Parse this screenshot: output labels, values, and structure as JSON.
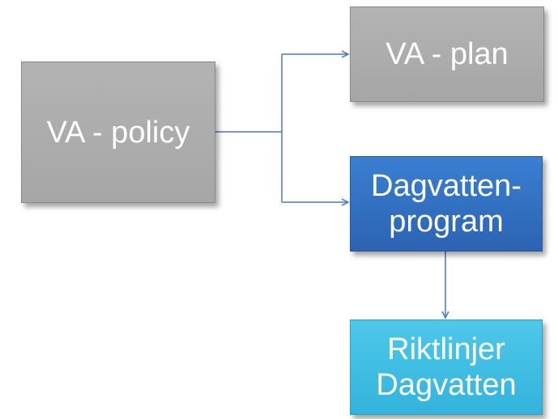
{
  "nodes": {
    "policy": {
      "label": "VA - policy"
    },
    "plan": {
      "label": "VA - plan"
    },
    "dagvattenprogram": {
      "label": "Dagvatten-\nprogram"
    },
    "riktlinjer": {
      "label": "Riktlinjer\nDagvatten"
    }
  },
  "colors": {
    "gray": "#a6a6a6",
    "blue": "#2f6bbf",
    "cyan": "#3fbde3",
    "connector": "#4a78b8"
  }
}
